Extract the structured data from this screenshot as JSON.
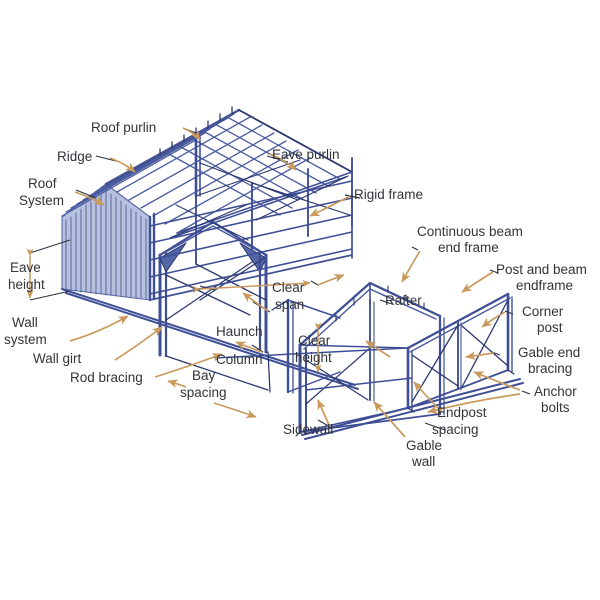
{
  "diagram": {
    "title": "Steel Building Frame Components",
    "type": "isometric-technical-diagram",
    "background_color": "#ffffff",
    "frame_color": "#3f4f96",
    "frame_color_dark": "#2b3870",
    "frame_color_light": "#8e9ccb",
    "arrow_color": "#c99a5b",
    "leader_color": "#2e3342",
    "text_color": "#33333a"
  },
  "labels": {
    "roof_purlin": "Roof purlin",
    "ridge": "Ridge",
    "eave_purlin": "Eave purlin",
    "roof_system_1": "Roof",
    "roof_system_2": "System",
    "rigid_frame": "Rigid frame",
    "continuous_beam_1": "Continuous beam",
    "continuous_beam_2": "end frame",
    "eave_height_1": "Eave",
    "eave_height_2": "height",
    "clear_span_1": "Clear",
    "clear_span_2": "span",
    "rafter": "Rafter",
    "post_and_beam_1": "Post and beam",
    "post_and_beam_2": "endframe",
    "wall_system_1": "Wall",
    "wall_system_2": "system",
    "haunch": "Haunch",
    "corner_post_1": "Corner",
    "corner_post_2": "post",
    "wall_girt": "Wall girt",
    "column": "Column",
    "clear_height_1": "Clear",
    "clear_height_2": "height",
    "gable_end_bracing_1": "Gable end",
    "gable_end_bracing_2": "bracing",
    "rod_bracing": "Rod bracing",
    "bay_spacing_1": "Bay",
    "bay_spacing_2": "spacing",
    "anchor_bolts_1": "Anchor",
    "anchor_bolts_2": "bolts",
    "sidewall": "Sidewall",
    "endpost_spacing_1": "Endpost",
    "endpost_spacing_2": "spacing",
    "gable_wall_1": "Gable",
    "gable_wall_2": "wall"
  }
}
